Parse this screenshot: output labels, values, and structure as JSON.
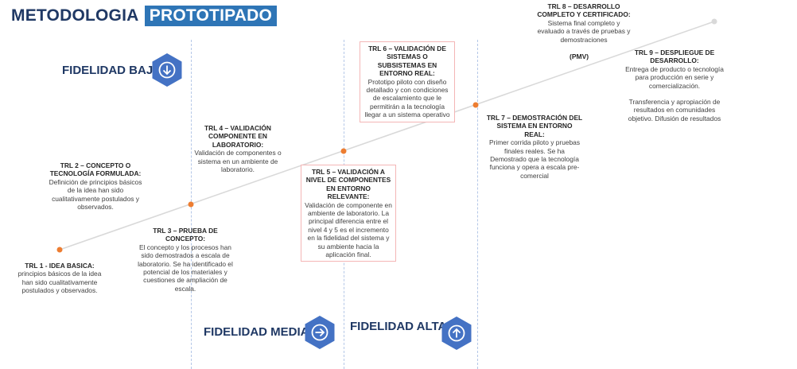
{
  "title": {
    "main": "METODOLOGIA",
    "highlight": "PROTOTIPADO"
  },
  "colors": {
    "navy": "#1f3864",
    "accent_blue": "#2e75b6",
    "hex_blue": "#4472c4",
    "dot_orange": "#ed7d31",
    "line_gray": "#d9d9d9",
    "box_border": "#f4b6b6"
  },
  "fidelity": {
    "baja": {
      "label": "FIDELIDAD BAJA",
      "icon": "arrow-down-circle-icon"
    },
    "media": {
      "label": "FIDELIDAD MEDIA",
      "icon": "arrow-right-circle-icon"
    },
    "alta": {
      "label": "FIDELIDAD ALTA",
      "icon": "arrow-up-circle-icon"
    }
  },
  "pmv": "(PMV)",
  "trl": [
    {
      "id": "trl1",
      "heading": "TRL 1 - IDEA BASICA:",
      "body": "principios básicos de la idea han sido cualitativamente postulados y observados."
    },
    {
      "id": "trl2",
      "heading": "TRL 2 – CONCEPTO O TECNOLOGÍA FORMULADA:",
      "body": "Definición de principios básicos de la idea han sido cualitativamente postulados y observados."
    },
    {
      "id": "trl3",
      "heading": "TRL 3 – PRUEBA DE CONCEPTO:",
      "body": "El concepto y los procesos han sido demostrados a escala de laboratorio. Se ha identificado el potencial de los materiales y cuestiones de ampliación de escala."
    },
    {
      "id": "trl4",
      "heading": "TRL 4 – VALIDACIÓN COMPONENTE EN LABORATORIO:",
      "body": "Validación de componentes o sistema en un ambiente de laboratorio."
    },
    {
      "id": "trl5",
      "heading": "TRL 5 – VALIDACIÓN A NIVEL DE COMPONENTES EN ENTORNO RELEVANTE:",
      "body": "Validación de componente en ambiente de laboratorio. La principal diferencia entre el nivel 4 y 5 es el incremento en la fidelidad del sistema y su ambiente hacia la aplicación final."
    },
    {
      "id": "trl6",
      "heading": "TRL 6 – VALIDACIÓN DE SISTEMAS O SUBSISTEMAS EN ENTORNO REAL:",
      "body": "Prototipo piloto con diseño detallado y con condiciones de escalamiento que le permitirán a la tecnología llegar a un sistema operativo"
    },
    {
      "id": "trl7",
      "heading": "TRL 7 – DEMOSTRACIÓN DEL SISTEMA EN ENTORNO REAL:",
      "body": "Primer corrida piloto y pruebas finales reales. Se ha Demostrado que la tecnología funciona y opera a escala pre-comercial"
    },
    {
      "id": "trl8",
      "heading": "TRL 8 – DESARROLLO COMPLETO Y CERTIFICADO:",
      "body": "Sistema final completo y evaluado a través de pruebas y demostraciones"
    },
    {
      "id": "trl9",
      "heading": "TRL 9 – DESPLIEGUE DE DESARROLLO:",
      "body": "Entrega de producto o tecnología para producción en serie y comercialización.",
      "body2": "Transferencia y apropiación de resultados en comunidades objetivo. Difusión de resultados"
    }
  ]
}
